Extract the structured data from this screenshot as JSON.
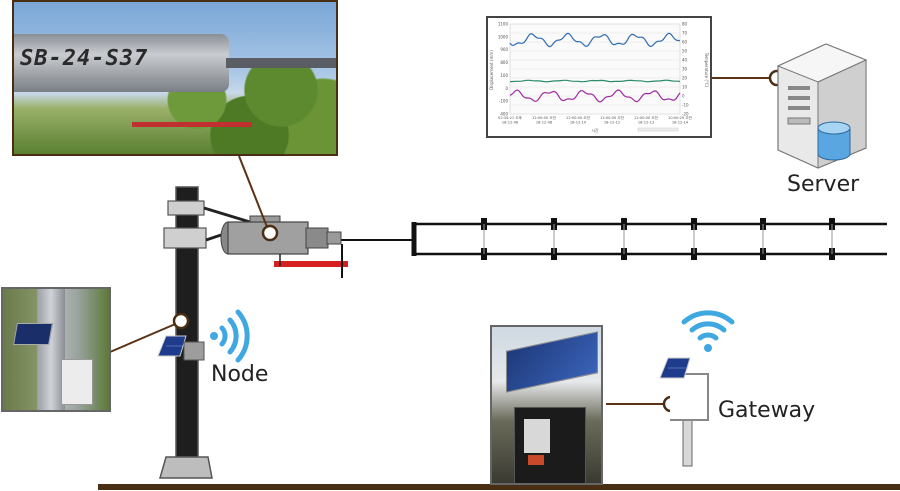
{
  "labels": {
    "server": "Server",
    "node": "Node",
    "gateway": "Gateway"
  },
  "photo_text": {
    "pole_marking": "SB-24-S37"
  },
  "chart": {
    "y_left_label": "Displacement (mm)",
    "y_right_label": "Temperature (°C)",
    "x_label": "시간",
    "y_left_ticks": [
      "1100",
      "1000",
      "900",
      "800",
      "100",
      "0",
      "-100",
      "400"
    ],
    "y_right_ticks": [
      "80",
      "70",
      "60",
      "50",
      "40",
      "30",
      "20",
      "10",
      "0",
      "-10",
      "-20"
    ],
    "x_ticks": [
      {
        "line1": "02:34:21 오후",
        "line2": "18-12-08"
      },
      {
        "line1": "12:00:00 오전",
        "line2": "18-12-08"
      },
      {
        "line1": "12:00:00 오전",
        "line2": "18-12-10"
      },
      {
        "line1": "12:00:00 오전",
        "line2": "18-12-12"
      },
      {
        "line1": "12:00:00 오전",
        "line2": "18-12-13"
      },
      {
        "line1": "10:00:29 오전",
        "line2": "18-12-14"
      }
    ]
  },
  "colors": {
    "ground": "#4a2e14",
    "leader": "#5a3215",
    "frame": "#4a2e14",
    "wifi": "#3fa8e0",
    "pole": "#1e1e1e",
    "rod_red": "#d42020",
    "series_top": "#2f6cb0",
    "series_mid": "#2a8a6a",
    "series_bottom": "#a02aa0"
  },
  "icons": [
    "wifi-icon",
    "solar-panel-icon",
    "server-icon",
    "database-icon"
  ]
}
